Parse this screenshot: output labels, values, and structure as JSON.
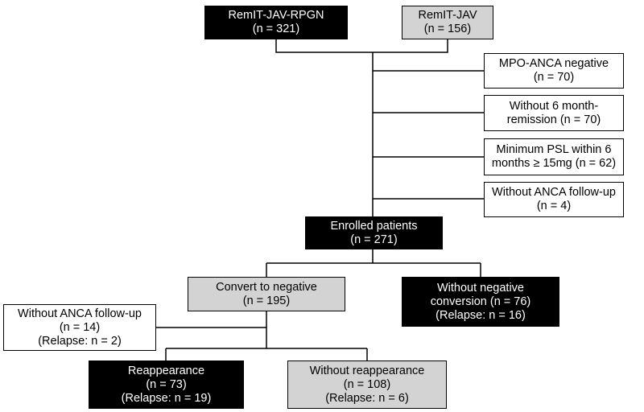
{
  "colors": {
    "dark_fill": "#000000",
    "grey_fill": "#d3d3d3",
    "white_fill": "#ffffff",
    "line": "#000000"
  },
  "boxes": {
    "remit_jav_rpgn": {
      "line1": "RemIT-JAV-RPGN",
      "line2": "(n = 321)"
    },
    "remit_jav": {
      "line1": "RemIT-JAV",
      "line2": "(n = 156)"
    },
    "excl_mpo_neg": {
      "line1": "MPO-ANCA negative",
      "line2": "(n = 70)"
    },
    "excl_no_remission": {
      "line1": "Without 6 month-",
      "line2": "remission  (n = 70)"
    },
    "excl_min_psl": {
      "line1": "Minimum PSL within 6",
      "line2": "months ≥ 15mg (n = 62)"
    },
    "excl_no_followup": {
      "line1": "Without ANCA follow-up",
      "line2": "(n = 4)"
    },
    "enrolled": {
      "line1": "Enrolled patients",
      "line2": "(n = 271)"
    },
    "convert_negative": {
      "line1": "Convert to negative",
      "line2": "(n = 195)"
    },
    "without_negative": {
      "line1": "Without negative",
      "line2": "conversion (n = 76)",
      "line3": "(Relapse: n = 16)"
    },
    "without_followup_2": {
      "line1": "Without ANCA follow-up",
      "line2": "(n = 14)",
      "line3": "(Relapse: n = 2)"
    },
    "reappearance": {
      "line1": "Reappearance",
      "line2": "(n = 73)",
      "line3": "(Relapse: n = 19)"
    },
    "without_reappearance": {
      "line1": "Without reappearance",
      "line2": "(n = 108)",
      "line3": "(Relapse: n = 6)"
    }
  }
}
